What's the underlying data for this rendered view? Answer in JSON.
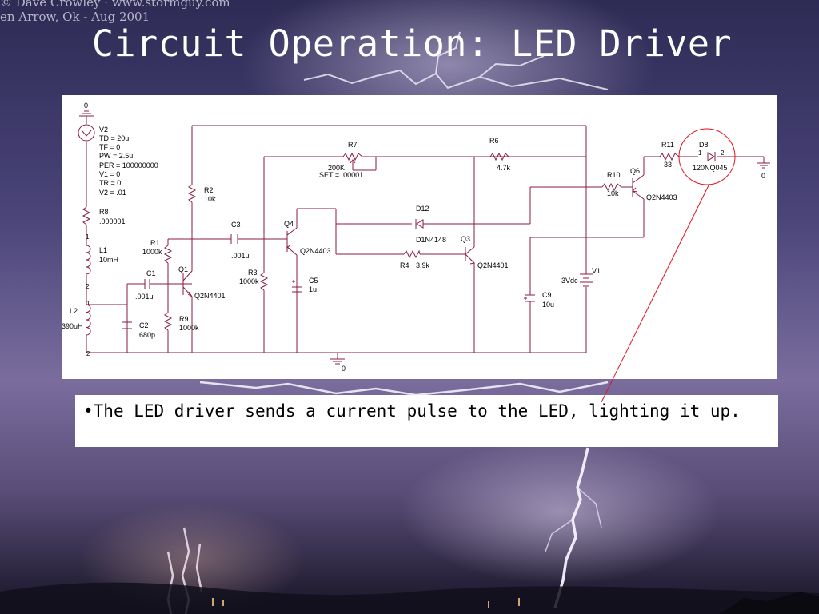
{
  "slide": {
    "credit_line1": "© Dave Crowley · www.stormguy.com",
    "credit_line2": "en Arrow, Ok - Aug 2001",
    "title": "Circuit Operation: LED Driver",
    "caption_bullet": "•",
    "caption": "The LED driver sends a current pulse to the LED, lighting it up."
  },
  "colors": {
    "wire": "#8b1c3c",
    "callout": "#e8101c",
    "label": "#000000",
    "panel": "#ffffff",
    "sky_top": "#322f5a",
    "sky_mid": "#766a9a",
    "ground": "#10101e"
  },
  "schematic": {
    "top_ground_label": "0",
    "v2_name": "V2",
    "v2_params": [
      "TD = 20u",
      "TF = 0",
      "PW = 2.5u",
      "PER = 100000000",
      "V1 = 0",
      "TR = 0",
      "V2 = .01"
    ],
    "r8_name": "R8",
    "r8_value": ".000001",
    "l1_name": "L1",
    "l1_value": "10mH",
    "l1_pin1": "1",
    "l1_pin2": "2",
    "l2_name": "L2",
    "l2_value": "390uH",
    "l2_pin1": "1",
    "l2_pin2": "2",
    "c2_name": "C2",
    "c2_value": "680p",
    "c1_name": "C1",
    "c1_value": ".001u",
    "r1_name": "R1",
    "r1_value": "1000k",
    "r9_name": "R9",
    "r9_value": "1000k",
    "q1_name": "Q1",
    "q1_value": "Q2N4401",
    "r2_name": "R2",
    "r2_value": "10k",
    "c3_name": "C3",
    "c3_value": ".001u",
    "r3_name": "R3",
    "r3_value": "1000k",
    "c5_name": "C5",
    "c5_value": "1u",
    "q4_name": "Q4",
    "q4_value": "Q2N4403",
    "r7_name": "R7",
    "r7_value": "200K",
    "r7_set": "SET = .00001",
    "r6_name": "R6",
    "r6_value": "4.7k",
    "d12_name": "D12",
    "d12_value": "D1N4148",
    "r4_name": "R4",
    "r4_value": "3.9k",
    "q3_name": "Q3",
    "q3_value": "Q2N4401",
    "c9_name": "C9",
    "c9_value": "10u",
    "v1_name": "V1",
    "v1_value": "3Vdc",
    "r10_name": "R10",
    "r10_value": "10k",
    "q6_name": "Q6",
    "q6_value": "Q2N4403",
    "r11_name": "R11",
    "r11_value": "33",
    "d8_name": "D8",
    "d8_pin1": "1",
    "d8_pin2": "2",
    "d8_value": "120NQ045",
    "right_ground_label": "0",
    "bottom_ground_label": "0"
  }
}
